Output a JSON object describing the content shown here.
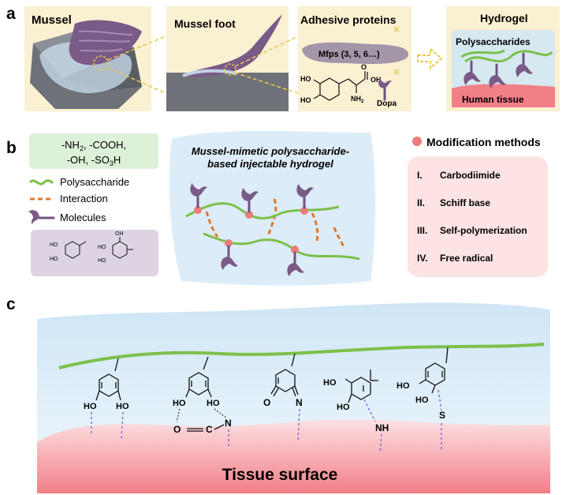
{
  "panel_labels": {
    "a": "a",
    "b": "b",
    "c": "c"
  },
  "panel_a": {
    "mussel_title": "Mussel",
    "foot_title": "Mussel foot",
    "proteins_title": "Adhesive proteins",
    "mfps_label": "Mfps (3, 5, 6…)",
    "chem": {
      "ho1": "HO",
      "ho2": "HO",
      "nh2": "NH",
      "nh2_sub": "2",
      "oh": "OH",
      "o": "O"
    },
    "dopa_label": "Dopa",
    "hydrogel_title": "Hydrogel",
    "polysaccharides_label": "Polysaccharides",
    "tissue_label": "Human tissue"
  },
  "panel_b": {
    "groups_line1": "-NH",
    "groups_line1_sub": "2",
    "groups_line1_rest": ", -COOH,",
    "groups_line2": "-OH, -SO",
    "groups_line2_sub": "3",
    "groups_line2_rest": "H",
    "legend": {
      "polysaccharide": "Polysaccharide",
      "interaction": "Interaction",
      "molecules": "Molecules"
    },
    "molecule_chem": {
      "ho_a": "HO",
      "ho_b": "HO",
      "oh_c": "OH",
      "ho_d": "HO",
      "ho_e": "HO"
    },
    "center_title_1": "Mussel-mimetic  polysaccharide-",
    "center_title_2": "based injectable hydrogel",
    "methods_title": "Modification methods",
    "methods": [
      {
        "num": "I.",
        "name": "Carbodiimide"
      },
      {
        "num": "II.",
        "name": "Schiff base"
      },
      {
        "num": "III.",
        "name": "Self-polymerization"
      },
      {
        "num": "IV.",
        "name": "Free radical"
      }
    ]
  },
  "panel_c": {
    "tissue_surface": "Tissue surface",
    "labels": {
      "ho1": "HO",
      "ho2": "HO",
      "ho3": "HO",
      "ho4": "HO",
      "o_c": "O",
      "c_c": "C",
      "n_c": "N",
      "o_q": "O",
      "n_q": "N",
      "ho5": "HO",
      "ho6": "HO",
      "nh": "NH",
      "ho7": "HO",
      "ho8": "HO",
      "s": "S"
    }
  },
  "colors": {
    "green": "#7cc04b",
    "purple": "#7a5a86",
    "orange": "#e07a2c",
    "pink_dot": "#ec7b7b",
    "hydrogel_blue": "#dcecf8",
    "tissue_pink": "#f5a4a8",
    "panel_yellow": "#faf0d2",
    "green_box": "#ddf0d8",
    "purple_box": "#ddd3e2",
    "methods_box": "#fde3e3"
  }
}
